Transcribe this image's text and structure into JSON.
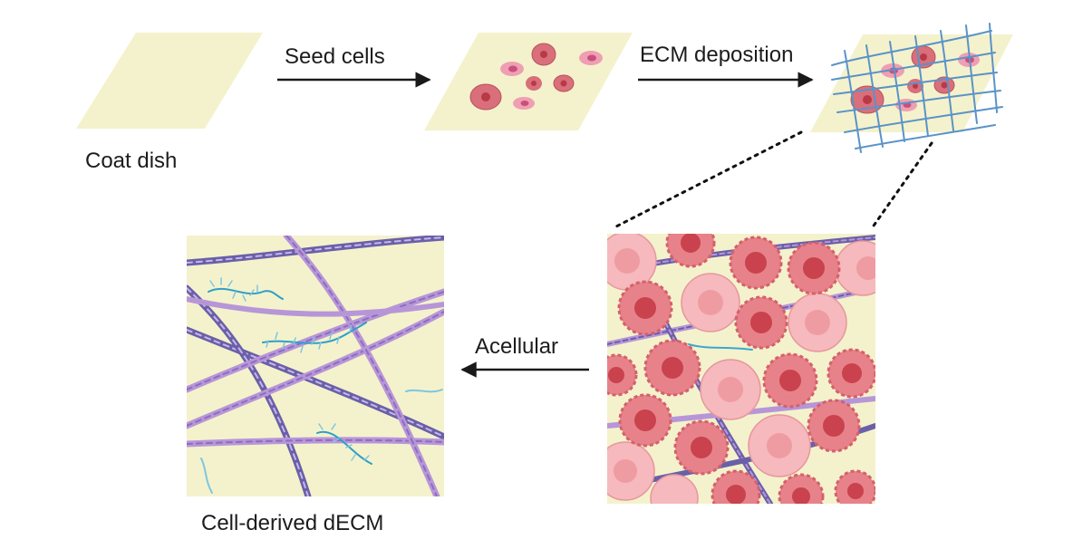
{
  "labels": {
    "coat_dish": "Coat dish",
    "seed_cells": "Seed cells",
    "ecm_deposition": "ECM deposition",
    "acellular": "Acellular",
    "result": "Cell-derived dECM"
  },
  "colors": {
    "dish": "#f4f2cc",
    "arrow": "#1a1a1a",
    "cell_body": "#e7828a",
    "cell_nucleus": "#c9424d",
    "cell_light": "#f6b9bd",
    "fiber_dark": "#6a5fa8",
    "fiber_light": "#b796d8",
    "fiber_cyan": "#3aa8d0",
    "mesh": "#5a93c9"
  }
}
